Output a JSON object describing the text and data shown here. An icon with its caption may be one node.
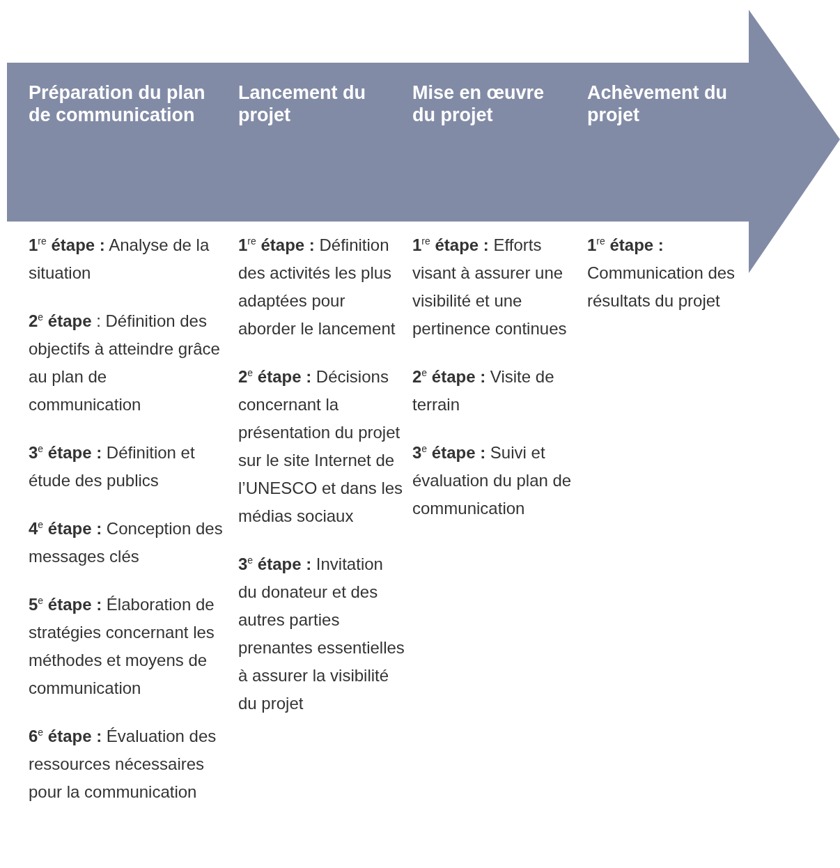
{
  "diagram": {
    "nodes": [
      {
        "text": [
          "Préparation du plan de communication",
          "Lancement du projet",
          "Mise en œuvre du projet",
          "Achèvement du projet"
        ]
      }
    ],
    "edges": [],
    "labels": [
      "**1**$^{re}$ **étape :** Analyse de la situation",
      "**2**$^{e}$ **étape** : Définition des objectifs à atteindre grâce au plan de communication",
      "**3**$^{e}$ **étape :** Définition et étude des publics",
      "**4**$^{e}$ **étape :** Conception des messages clés",
      "**5**$^{e}$ **étape :** Élaboration de stratégies concernant les méthodes et moyens de communication",
      "**6**$^{e}$ **étape :** Évaluation des ressources nécessaires pour la communication",
      "**1**$^{re}$ **étape :** Définition des activités les plus adaptées pour aborder le lancement",
      "**2**$^{e}$ **étape :** Décisions concernant la présentation du projet sur le site Internet de l’UNESCO et dans les médias sociaux",
      "**3**$^{e}$ **étape :** Invitation du donateur et des autres parties prenantes essentielles à assurer la visibilité du projet",
      "**1**$^{re}$ **étape :** Efforts visant à assurer une visibilité et une pertinence continues",
      "**2**$^{e}$ **étape :** Visite de terrain",
      "**3**$^{e}$ **étape :** Suivi et évaluation du plan de communication",
      "**1**$^{re}$ **étape :** Communication des résultats du projet"
    ]
  }
}
